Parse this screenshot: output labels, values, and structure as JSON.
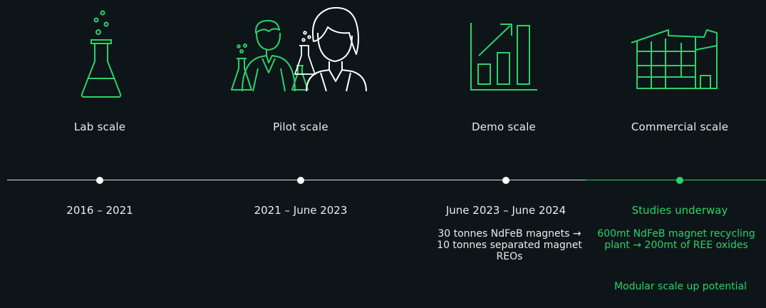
{
  "stages": [
    {
      "label": "Lab scale",
      "icon": "flask-icon",
      "period": "2016 – 2021"
    },
    {
      "label": "Pilot scale",
      "icon": "scientists-icon",
      "period": "2021 – June 2023"
    },
    {
      "label": "Demo scale",
      "icon": "growth-chart-icon",
      "period": "June 2023 – June 2024",
      "notes": [
        "30 tonnes NdFeB magnets → 10 tonnes separated magnet REOs"
      ]
    },
    {
      "label": "Commercial scale",
      "icon": "factory-icon",
      "period": "Studies underway",
      "notes": [
        "600mt NdFeB magnet recycling plant → 200mt of REE oxides",
        "Modular scale up potential"
      ]
    }
  ],
  "colors": {
    "accent": "#2bd16a",
    "text": "#e9eceb",
    "background": "#0d1518"
  }
}
